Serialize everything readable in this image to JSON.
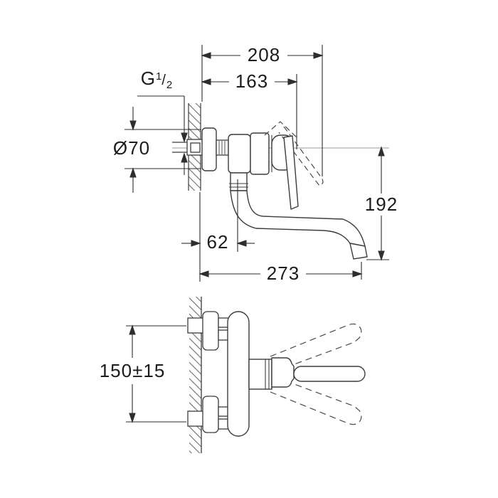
{
  "colors": {
    "background": "#ffffff",
    "line": "#3c3c3c",
    "dim_line": "#2e2e2e",
    "hatch": "#6e6e6e",
    "text": "#1c1c1c"
  },
  "side_view": {
    "dim_overall_width": "208",
    "dim_handle_reach": "163",
    "thread_label": {
      "g": "G",
      "numerator": "1",
      "slash": "/",
      "denominator": "2"
    },
    "dim_flange_diameter": "Ø70",
    "dim_spout_axis_offset": "62",
    "dim_outlet_height": "192",
    "dim_spout_reach": "273"
  },
  "plan_view": {
    "dim_inlet_center_distance": "150±15"
  }
}
